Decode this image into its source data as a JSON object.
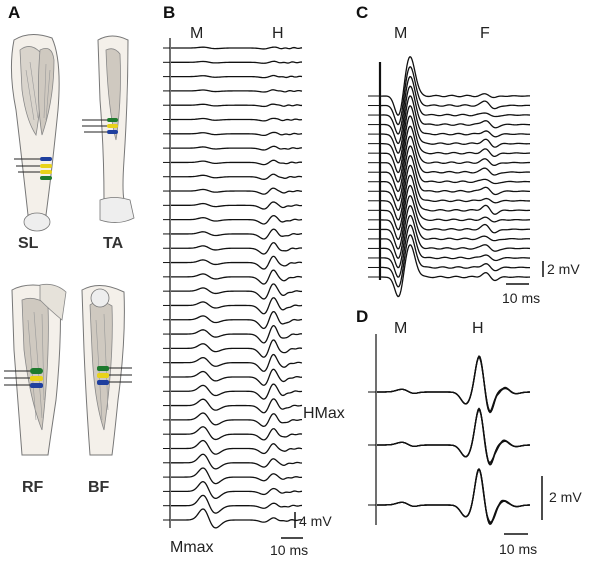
{
  "panels": {
    "a": {
      "letter": "A",
      "muscles": [
        "SL",
        "TA",
        "RF",
        "BF"
      ]
    },
    "b": {
      "letter": "B",
      "wave_early": "M",
      "wave_late": "H",
      "hmax_label": "HMax",
      "mmax_label": "Mmax",
      "scale_amp": "4 mV",
      "scale_time": "10 ms"
    },
    "c": {
      "letter": "C",
      "wave_early": "M",
      "wave_late": "F",
      "scale_amp": "2 mV",
      "scale_time": "10 ms"
    },
    "d": {
      "letter": "D",
      "wave_early": "M",
      "wave_late": "H",
      "scale_amp": "2 mV",
      "scale_time": "10 ms"
    }
  },
  "electrode_colors": {
    "blue": "#1f3f9e",
    "yellow": "#e8d21a",
    "green": "#1e7a2e"
  }
}
